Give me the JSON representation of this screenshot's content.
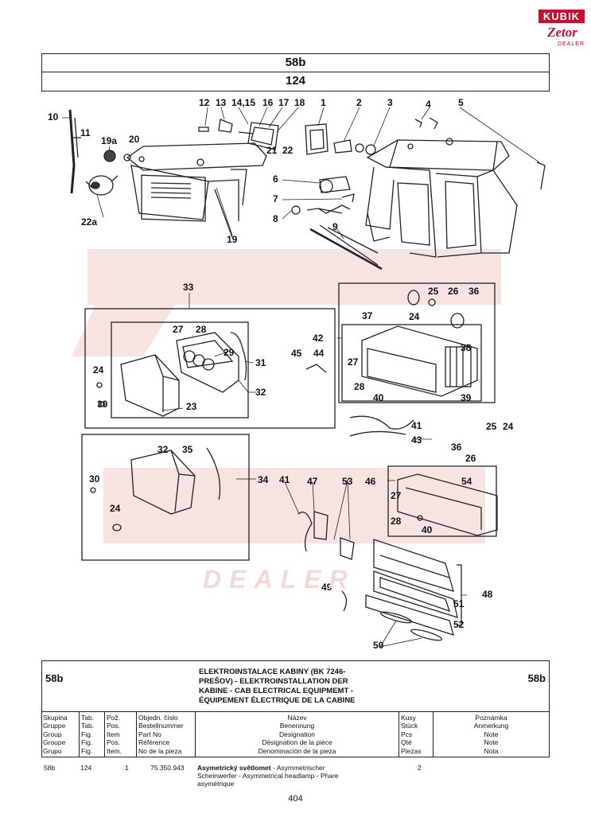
{
  "brand": {
    "kubik": "KUBIK",
    "zetor": "Zetor",
    "dealer": "DEALER"
  },
  "header": {
    "group_code": "58b",
    "table_number": "124"
  },
  "watermark_text": "DEALER",
  "callouts": [
    "1",
    "2",
    "3",
    "4",
    "5",
    "6",
    "7",
    "8",
    "9",
    "10",
    "11",
    "12",
    "13",
    "14,15",
    "16",
    "17",
    "18",
    "19",
    "19a",
    "20",
    "21",
    "22",
    "22a",
    "23",
    "24",
    "24",
    "24",
    "24",
    "25",
    "25",
    "26",
    "26",
    "27",
    "27",
    "27",
    "28",
    "28",
    "28",
    "29",
    "30",
    "30",
    "31",
    "32",
    "32",
    "33",
    "34",
    "35",
    "36",
    "36",
    "37",
    "38",
    "39",
    "40",
    "40",
    "41",
    "41",
    "42",
    "43",
    "44",
    "45",
    "46",
    "47",
    "48",
    "49",
    "50",
    "51",
    "52",
    "53",
    "54"
  ],
  "legend": {
    "group_left": "58b",
    "group_right": "58b",
    "title_lines": [
      "ELEKTROINSTALACE KABINY (BK 7246-",
      "PREŠOV) - ELEKTROINSTALLATION DER",
      "KABINE - CAB ELECTRICAL EQUIPMEMT -",
      "ÉQUIPEMENT ÉLECTRIQUE DE LA CABINE"
    ],
    "columns": {
      "group": [
        "Skupina",
        "Gruppe",
        "Group",
        "Groupe",
        "Grupo"
      ],
      "table": [
        "Tab.",
        "Tab.",
        "Fig.",
        "Fig.",
        "Fig."
      ],
      "item": [
        "Pož.",
        "Pos.",
        "Item",
        "Pos.",
        "Item."
      ],
      "partno": [
        "Objedn. číslo",
        "Bestellnummer",
        "Part No",
        "Référence",
        "No de la pieza"
      ],
      "designation": [
        "Název",
        "Benennung",
        "Designation",
        "Désignation de la pièce",
        "Denominación de la pieza"
      ],
      "qty": [
        "Kusy",
        "Stück",
        "Pcs",
        "Qté",
        "Piezas"
      ],
      "note": [
        "Poznámka",
        "Anmerkung",
        "Note",
        "Note",
        "Nota"
      ]
    }
  },
  "parts": [
    {
      "group": "58b",
      "table": "124",
      "pos": "1",
      "part_no": "75.350.943",
      "desc_bold": "Asymetrický světlomet",
      "desc_rest": " - Asymmetrischer",
      "desc_line2": "Scheinwerfer - Asymmetrical headlamp - Phare",
      "desc_line3": "asymétrique",
      "qty": "2"
    }
  ],
  "page_number": "404"
}
